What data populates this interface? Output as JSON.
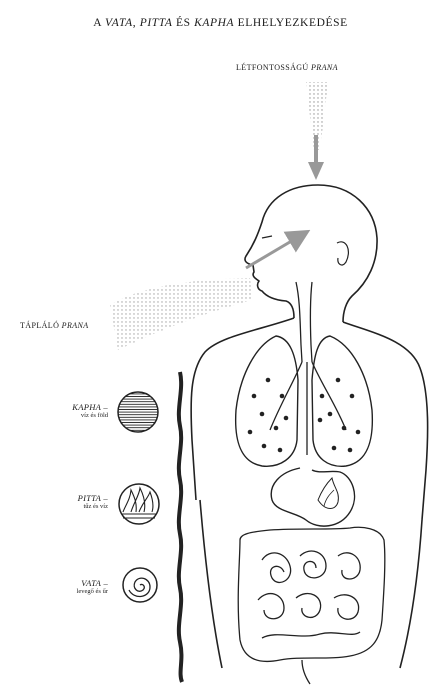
{
  "title": {
    "prefix": "A ",
    "vata": "VATA",
    "sep1": ", ",
    "pitta": "PITTA",
    "sep2": " ÉS ",
    "kapha": "KAPHA",
    "suffix": " ELHELYEZKEDÉSE"
  },
  "labels": {
    "vital_prefix": "LÉTFONTOSSÁGÚ ",
    "vital_prana": "PRANA",
    "nourish_prefix": "TÁPLÁLÓ ",
    "nourish_prana": "PRANA"
  },
  "elements": [
    {
      "name": "KAPHA –",
      "sub": "víz és föld"
    },
    {
      "name": "PITTA –",
      "sub": "tűz és víz"
    },
    {
      "name": "VATA –",
      "sub": "levegő és űr"
    }
  ]
}
